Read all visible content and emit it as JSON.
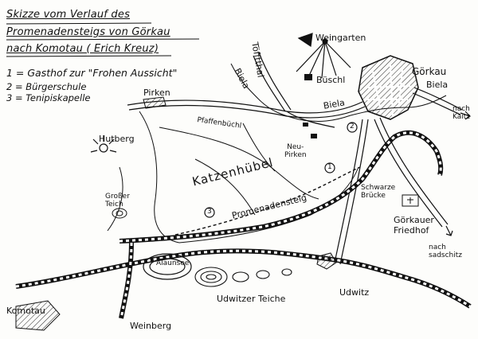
{
  "title": {
    "line1": "Skizze vom Verlauf des",
    "line2": "Promenadensteigs von Görkau",
    "line3": "nach Komotau ( Erich Kreuz)"
  },
  "legend": [
    "1 = Gasthof zur \"Frohen Aussicht\"",
    "2 = Bürgerschule",
    "3 = Tenipiskapelle"
  ],
  "places": {
    "weingarten": "Weingarten",
    "toefftthal": "Töfftthal",
    "biela_north": "Biela",
    "bueschl": "Büschl",
    "goerkau": "Görkau",
    "biela_east": "Biela",
    "nach_kaitz": "nach\nKaitz",
    "pirken": "Pirken",
    "pfaffenbuechl": "Pfaffenbüchl",
    "biela_mid": "Biela",
    "hutberg": "Hutberg",
    "neu_pirken": "Neu-\nPirken",
    "katzenhuebel": "Katzenhübel",
    "schwarze_bruecke": "Schwarze\nBrücke",
    "grosser_teich": "Großer\nTeich",
    "promenadensteig": "Promenadensteig",
    "goerkauer_friedhof": "Görkauer\nFriedhof",
    "nach_sadschitz": "nach\nsadschitz",
    "alaunsee": "Alaunsee",
    "udwitzer_teiche": "Udwitzer Teiche",
    "udwitz": "Udwitz",
    "komotau": "Komotau",
    "weinberg": "Weinberg"
  },
  "markers": {
    "m1": "1",
    "m2": "2",
    "m3": "3"
  }
}
